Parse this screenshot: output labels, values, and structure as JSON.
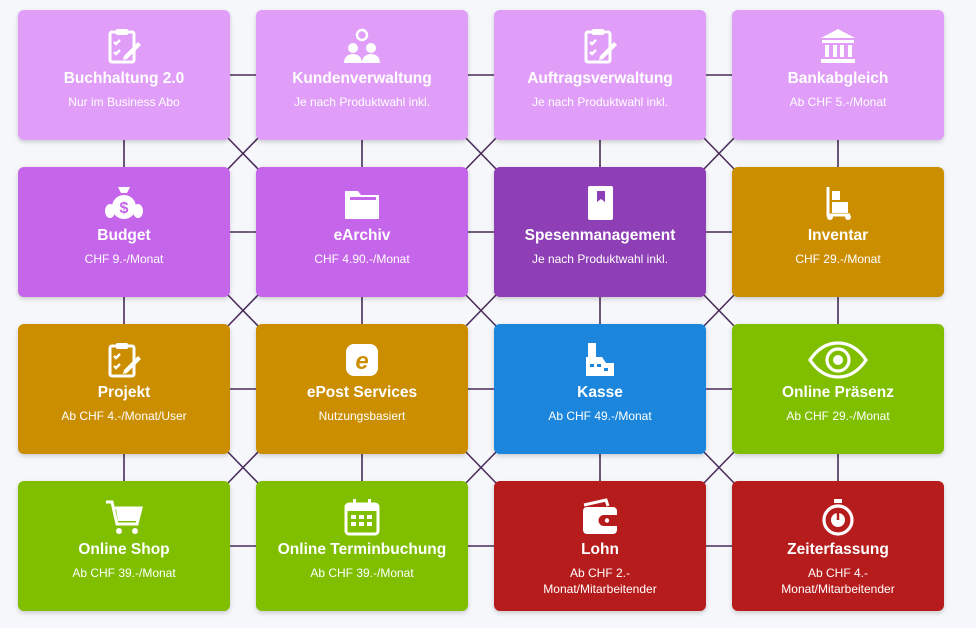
{
  "colors": {
    "light_purple": "#e09ef8",
    "purple": "#c565ea",
    "dark_purple": "#8e3fb5",
    "gold": "#cb8e00",
    "blue": "#1c86dc",
    "green": "#7fbf00",
    "red": "#b71c1c",
    "connector": "#4a2c5a"
  },
  "tiles": [
    {
      "title": "Buchhaltung 2.0",
      "sub": "Nur im Business Abo",
      "icon": "clipboard-check-icon",
      "color": "#e09ef8"
    },
    {
      "title": "Kundenverwaltung",
      "sub": "Je nach Produktwahl inkl.",
      "icon": "users-icon",
      "color": "#e09ef8"
    },
    {
      "title": "Auftragsverwaltung",
      "sub": "Je nach Produktwahl inkl.",
      "icon": "clipboard-check-icon",
      "color": "#e09ef8"
    },
    {
      "title": "Bankabgleich",
      "sub": "Ab CHF 5.-/Monat",
      "icon": "bank-icon",
      "color": "#e09ef8"
    },
    {
      "title": "Budget",
      "sub": "CHF 9.-/Monat",
      "icon": "money-bag-icon",
      "color": "#c565ea"
    },
    {
      "title": "eArchiv",
      "sub": "CHF 4.90.-/Monat",
      "icon": "folder-icon",
      "color": "#c565ea"
    },
    {
      "title": "Spesenmanagement",
      "sub": "Je nach Produktwahl inkl.",
      "icon": "book-icon",
      "color": "#8e3fb5"
    },
    {
      "title": "Inventar",
      "sub": "CHF 29.-/Monat",
      "icon": "hand-truck-icon",
      "color": "#cb8e00"
    },
    {
      "title": "Projekt",
      "sub": "Ab CHF 4.-/Monat/User",
      "icon": "clipboard-check-icon",
      "color": "#cb8e00"
    },
    {
      "title": "ePost Services",
      "sub": "Nutzungsbasiert",
      "icon": "epost-icon",
      "color": "#cb8e00"
    },
    {
      "title": "Kasse",
      "sub": "Ab CHF 49.-/Monat",
      "icon": "cash-register-icon",
      "color": "#1c86dc"
    },
    {
      "title": "Online Präsenz",
      "sub": "Ab CHF 29.-/Monat",
      "icon": "eye-icon",
      "color": "#7fbf00"
    },
    {
      "title": "Online Shop",
      "sub": "Ab CHF 39.-/Monat",
      "icon": "cart-icon",
      "color": "#7fbf00"
    },
    {
      "title": "Online Terminbuchung",
      "sub": "Ab CHF 39.-/Monat",
      "icon": "calendar-icon",
      "color": "#7fbf00"
    },
    {
      "title": "Lohn",
      "sub": "Ab CHF 2.-\nMonat/Mitarbeitender",
      "icon": "wallet-icon",
      "color": "#b71c1c"
    },
    {
      "title": "Zeiterfassung",
      "sub": "Ab CHF 4.-\nMonat/Mitarbeitender",
      "icon": "stopwatch-icon",
      "color": "#b71c1c"
    }
  ]
}
